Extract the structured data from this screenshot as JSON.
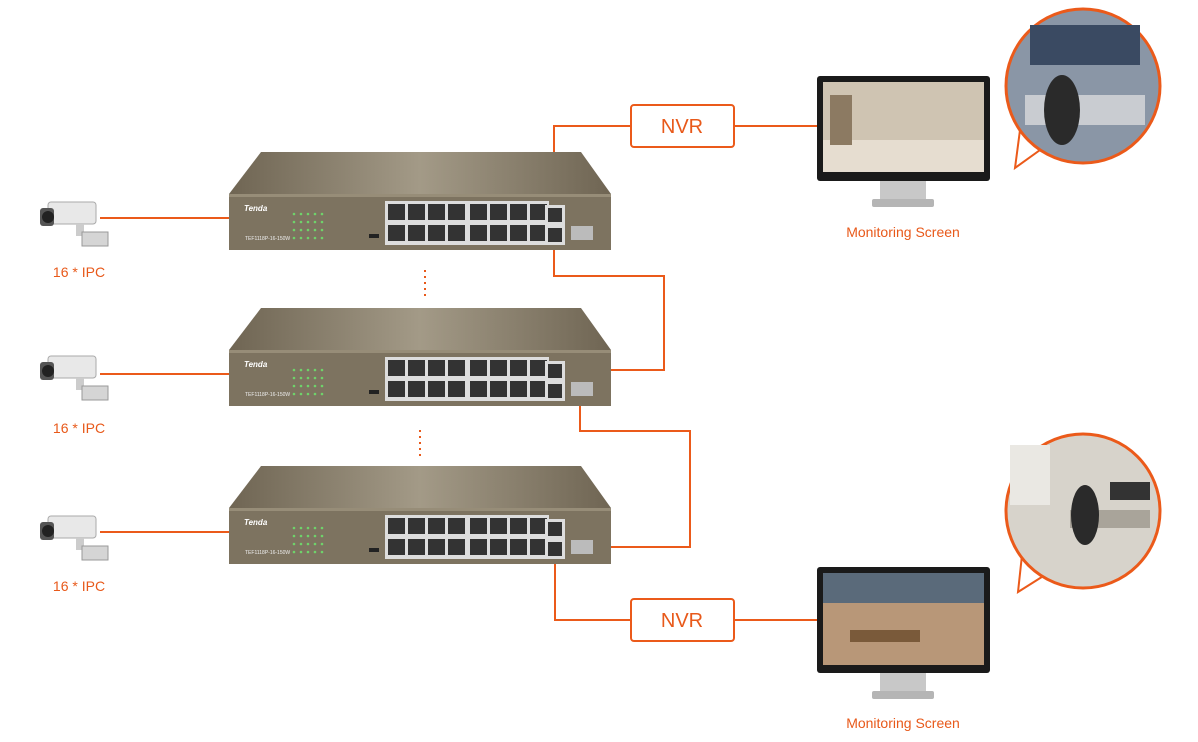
{
  "colors": {
    "accent": "#eb5a1a",
    "switch_body": "#8a7f6a",
    "switch_face": "#7b715d"
  },
  "cameras": [
    {
      "label": "16 * IPC",
      "icon": "ip-camera-icon"
    },
    {
      "label": "16 * IPC",
      "icon": "ip-camera-icon"
    },
    {
      "label": "16 * IPC",
      "icon": "ip-camera-icon"
    }
  ],
  "switches": [
    {
      "brand": "Tenda",
      "model": "TEF1118P-16-150W"
    },
    {
      "brand": "Tenda",
      "model": "TEF1118P-16-150W"
    },
    {
      "brand": "Tenda",
      "model": "TEF1118P-16-150W"
    }
  ],
  "nvr_boxes": [
    {
      "label": "NVR"
    },
    {
      "label": "NVR"
    }
  ],
  "monitors": [
    {
      "label": "Monitoring Screen",
      "scene": "shopping-mall"
    },
    {
      "label": "Monitoring Screen",
      "scene": "restaurant"
    }
  ],
  "bubbles": [
    {
      "scene": "control-room-operator"
    },
    {
      "scene": "office-security-desk"
    }
  ]
}
